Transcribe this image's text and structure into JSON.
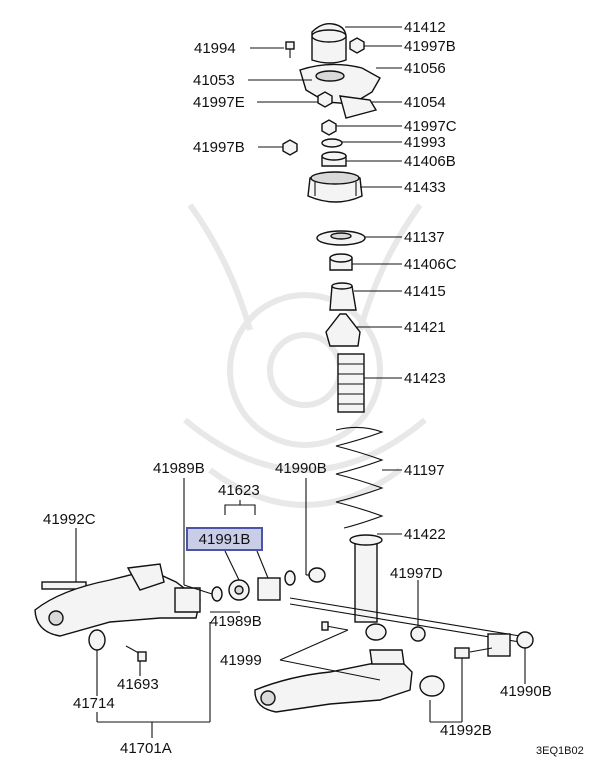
{
  "labels": {
    "l41412": "41412",
    "l41994": "41994",
    "l41997B_top": "41997B",
    "l41053": "41053",
    "l41056": "41056",
    "l41997E": "41997E",
    "l41054": "41054",
    "l41997C": "41997C",
    "l41997B_mid": "41997B",
    "l41993": "41993",
    "l41406B": "41406B",
    "l41433": "41433",
    "l41137": "41137",
    "l41406C": "41406C",
    "l41415": "41415",
    "l41421": "41421",
    "l41423": "41423",
    "l41989B_top": "41989B",
    "l41990B_top": "41990B",
    "l41197": "41197",
    "l41623": "41623",
    "l41992C": "41992C",
    "l41991B": "41991B",
    "l41422": "41422",
    "l41997D": "41997D",
    "l41989B_bot": "41989B",
    "l41999": "41999",
    "l41693": "41693",
    "l41714": "41714",
    "l41990B_bot": "41990B",
    "l41992B": "41992B",
    "l41701A": "41701A"
  },
  "diagram_code": "3EQ1B02"
}
